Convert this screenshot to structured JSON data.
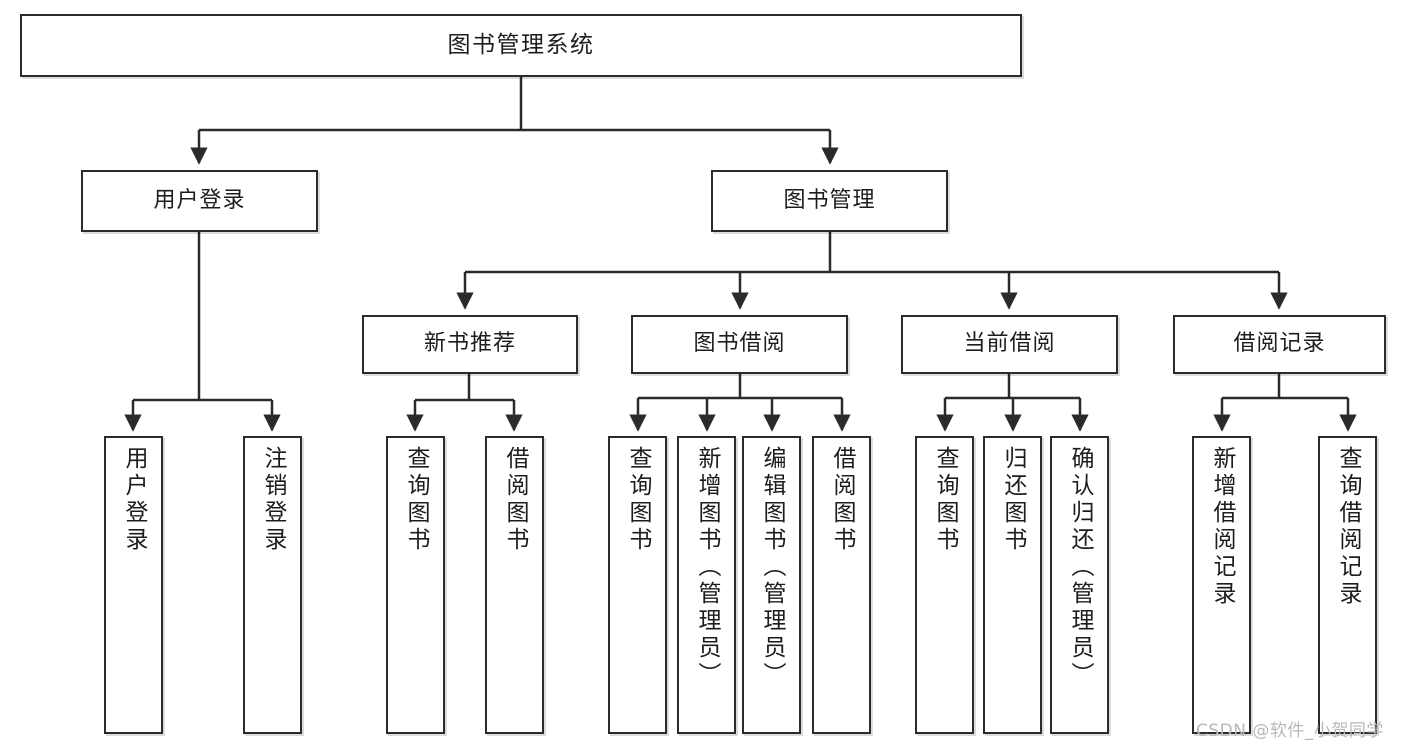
{
  "diagram": {
    "title": "图书管理系统",
    "type": "hierarchy-tree",
    "root": {
      "label": "图书管理系统"
    },
    "level1": [
      {
        "label": "用户登录"
      },
      {
        "label": "图书管理"
      }
    ],
    "level2": [
      {
        "label": "新书推荐"
      },
      {
        "label": "图书借阅"
      },
      {
        "label": "当前借阅"
      },
      {
        "label": "借阅记录"
      }
    ],
    "leaves": {
      "user_login": [
        {
          "label": "用户登录"
        },
        {
          "label": "注销登录"
        }
      ],
      "new_book_recommend": [
        {
          "label": "查询图书"
        },
        {
          "label": "借阅图书"
        }
      ],
      "book_borrow": [
        {
          "label": "查询图书"
        },
        {
          "label": "新增图书（管理员）"
        },
        {
          "label": "编辑图书（管理员）"
        },
        {
          "label": "借阅图书"
        }
      ],
      "current_borrow": [
        {
          "label": "查询图书"
        },
        {
          "label": "归还图书"
        },
        {
          "label": "确认归还（管理员）"
        }
      ],
      "borrow_record": [
        {
          "label": "新增借阅记录"
        },
        {
          "label": "查询借阅记录"
        }
      ]
    }
  },
  "watermark": {
    "text": "CSDN @软件_小贺同学"
  },
  "colors": {
    "stroke": "#2b2b2b",
    "fill": "#ffffff",
    "text": "#1d1d1d",
    "watermark": "#b8b8b8"
  }
}
